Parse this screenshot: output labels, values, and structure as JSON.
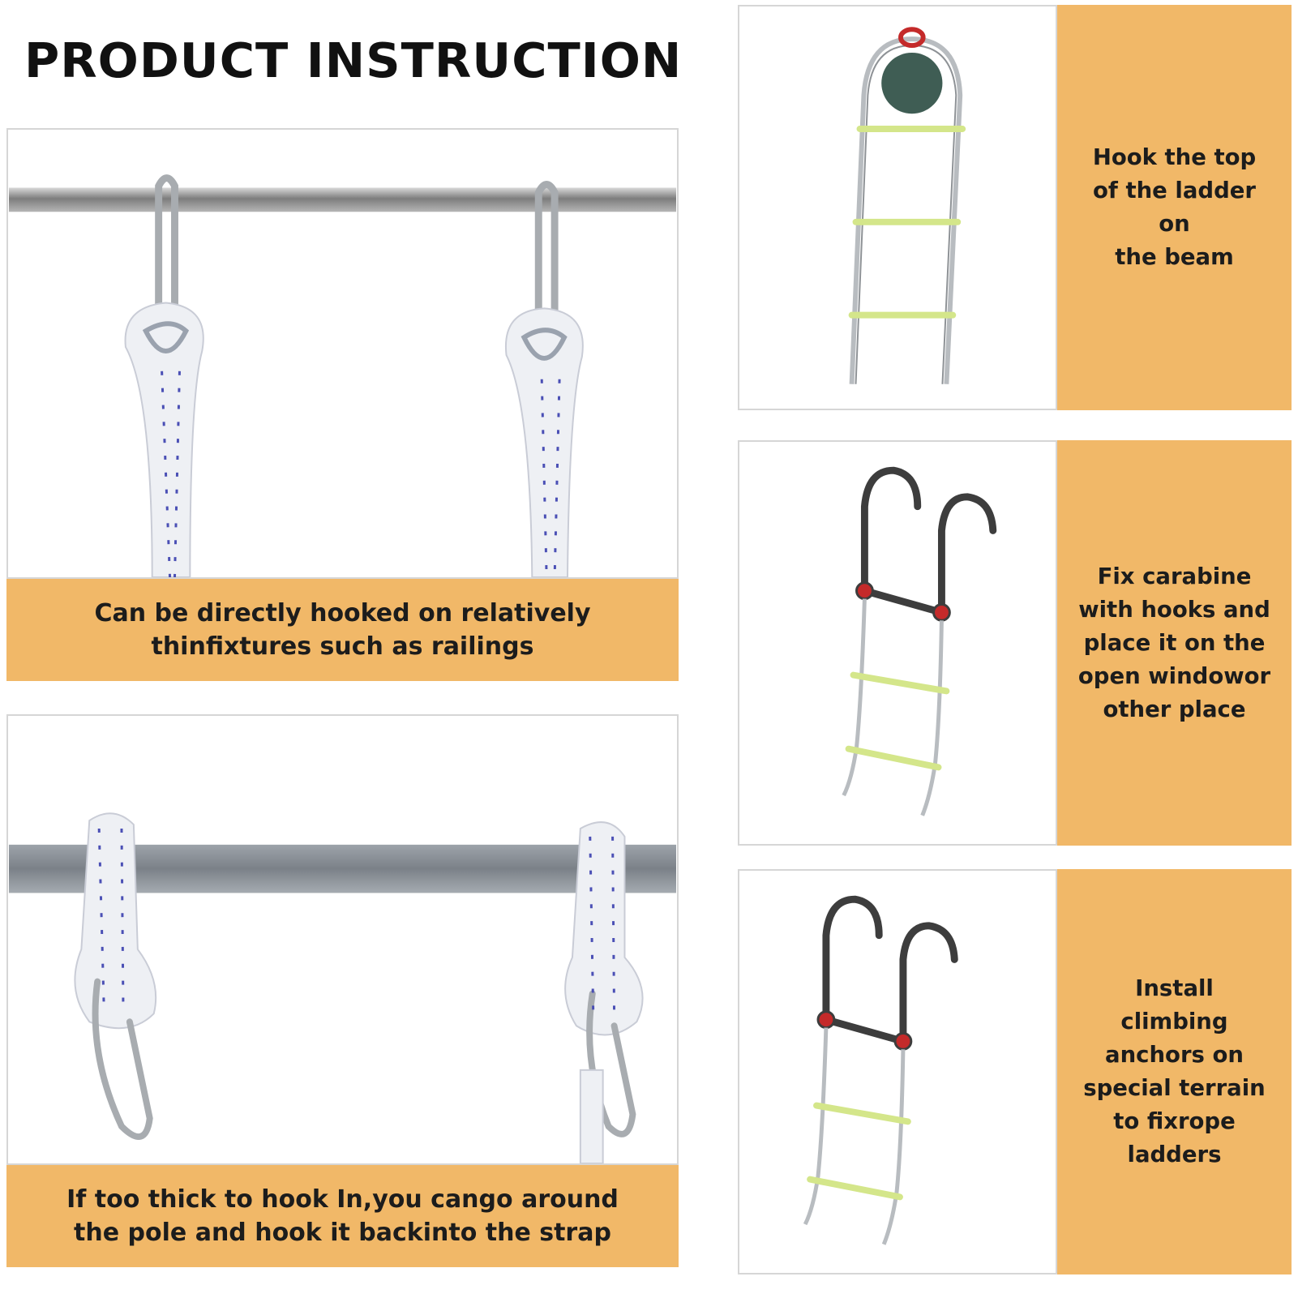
{
  "page": {
    "title": "PRODUCT INSTRUCTION"
  },
  "panels": {
    "railing": {
      "caption_lines": [
        "Can be directly hooked on relatively",
        "thinfixtures such as railings"
      ]
    },
    "thick_pole": {
      "caption_lines": [
        "If too thick to hook In,you cango around",
        "the pole and hook it backinto the strap"
      ]
    },
    "beam": {
      "caption_lines": [
        "Hook the top",
        "of the ladder",
        "on",
        "the beam"
      ]
    },
    "window": {
      "caption_lines": [
        "Fix carabine",
        "with hooks and",
        "place it on the",
        "open windowor",
        "other place"
      ]
    },
    "terrain": {
      "caption_lines": [
        "Install",
        "climbing",
        "anchors on",
        "special terrain",
        "to fixrope",
        "ladders"
      ]
    }
  },
  "colors": {
    "caption_bg": "#f1b868",
    "rung": "#d4e68a",
    "hook": "#3d3d3d",
    "red_accent": "#c42a2a"
  }
}
